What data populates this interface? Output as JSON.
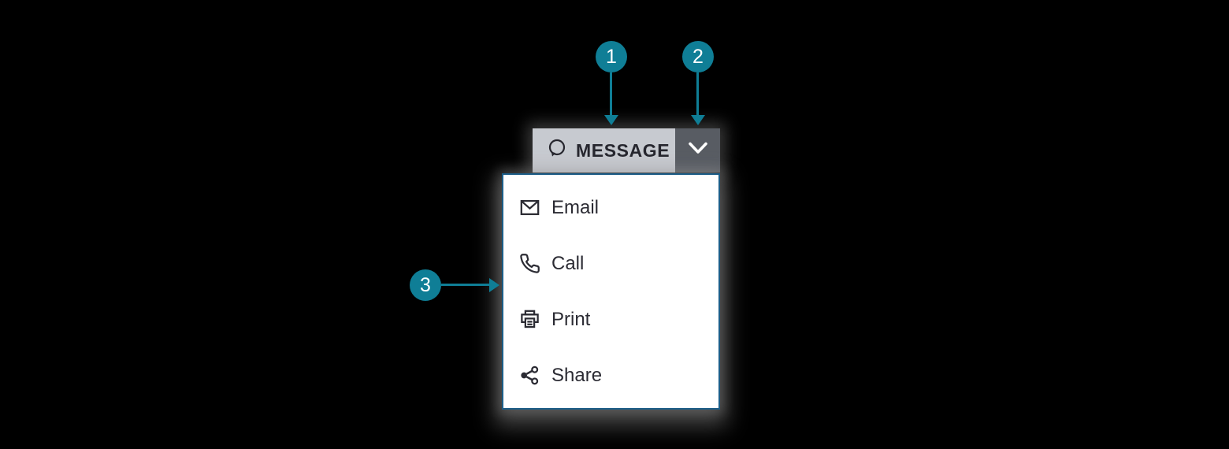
{
  "colors": {
    "background": "#000000",
    "accent_teal": "#0f7e96",
    "button_bg": "#c7cad0",
    "toggle_bg": "#585c63",
    "menu_border": "#1c5d87",
    "menu_bg": "#ffffff",
    "text_dark": "#2b2b33",
    "callout_text": "#ffffff"
  },
  "split_button": {
    "label": "MESSAGE",
    "icon": "message-bubble-icon",
    "toggle_icon": "chevron-down-icon"
  },
  "menu": {
    "items": [
      {
        "icon": "email-icon",
        "label": "Email"
      },
      {
        "icon": "phone-icon",
        "label": "Call"
      },
      {
        "icon": "printer-icon",
        "label": "Print"
      },
      {
        "icon": "share-icon",
        "label": "Share"
      }
    ]
  },
  "callouts": [
    {
      "number": "1"
    },
    {
      "number": "2"
    },
    {
      "number": "3"
    }
  ]
}
